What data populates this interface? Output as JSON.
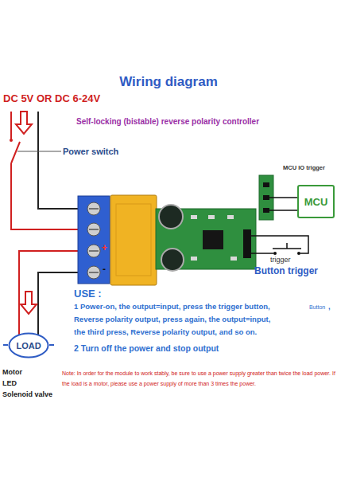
{
  "diagram": {
    "title": "Wiring diagram",
    "nodes": [
      {
        "text": [
          "MCU"
        ]
      },
      {
        "text": [
          "LOAD"
        ]
      }
    ],
    "labels": [
      "DC 5V OR DC 6-24V",
      "Self-locking (bistable) reverse polarity controller",
      "Power switch",
      "MCU IO trigger",
      "trigger",
      "Button trigger",
      "+",
      "-",
      "USE :",
      "1 Power-on, the output=input, press the trigger button,",
      "Button",
      ",",
      "Reverse polarity output, press again, the output=input,",
      "the third press, Reverse polarity output, and so on.",
      "2 Turn off the power and stop output",
      "Motor",
      "LED",
      "Solenoid valve",
      "Note: In order for the module to work stably, be sure to use a power supply greater than twice the load power. If the load is a motor, please use a power supply of more than 3 times the power."
    ]
  }
}
